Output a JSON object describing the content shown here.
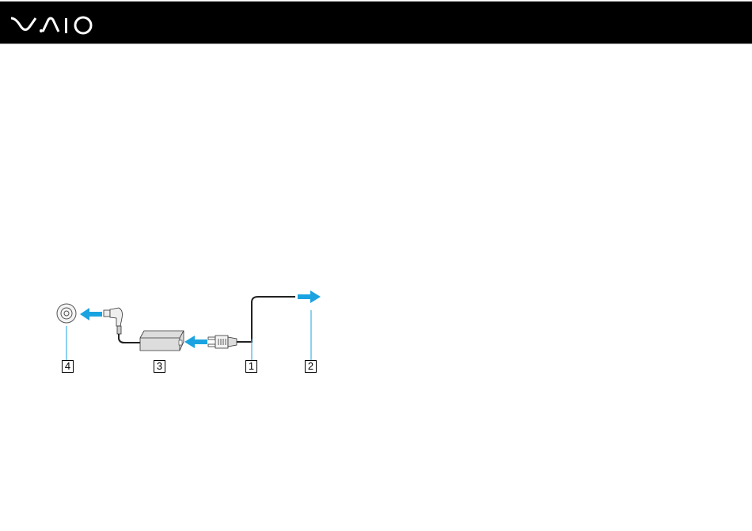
{
  "header": {
    "logo_text": "VAIO"
  },
  "diagram": {
    "accent_color": "#1aa3e0",
    "callouts": [
      {
        "id": "1",
        "label": "1"
      },
      {
        "id": "2",
        "label": "2"
      },
      {
        "id": "3",
        "label": "3"
      },
      {
        "id": "4",
        "label": "4"
      }
    ]
  }
}
